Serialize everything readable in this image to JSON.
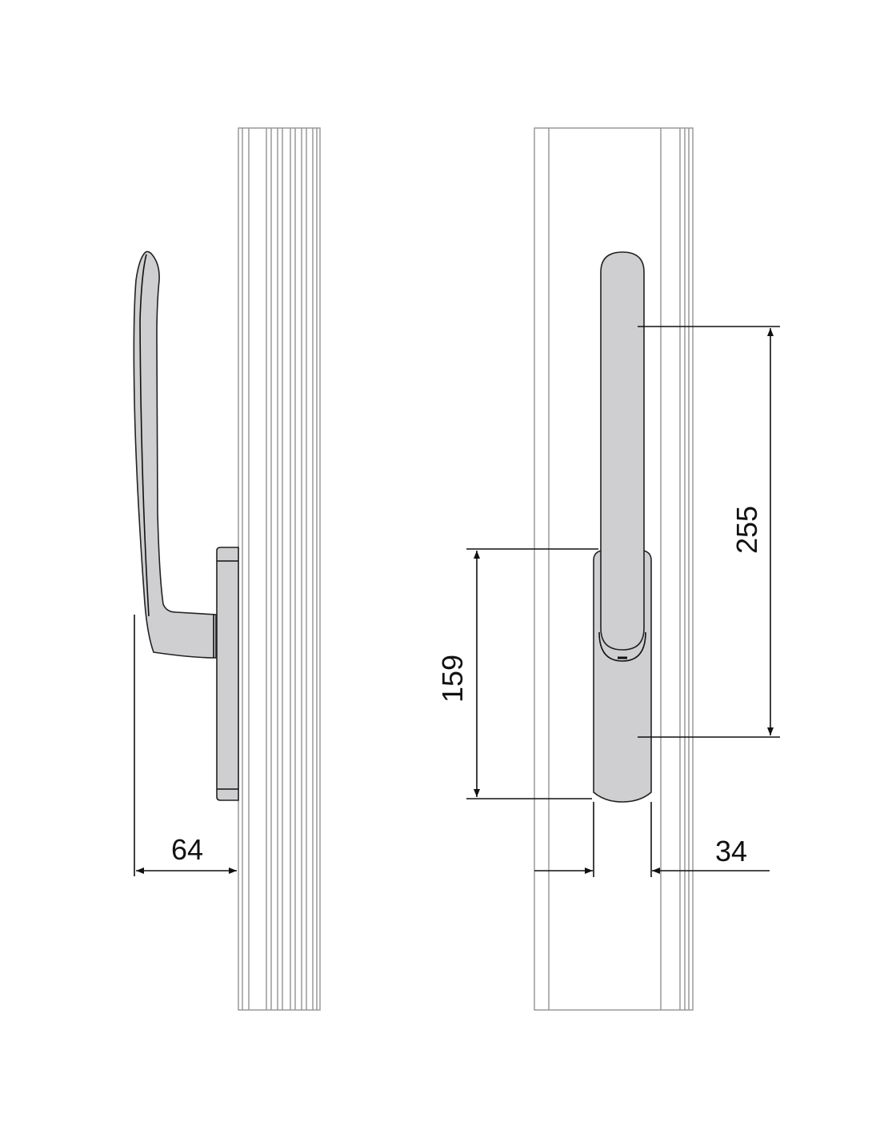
{
  "dimensions": {
    "projection": "64",
    "rosette_length": "159",
    "spindle_to_screw_distance": "255",
    "rosette_width": "34"
  },
  "colors": {
    "part_fill": "#cfcfd1",
    "profile_line": "#9a9a9a",
    "line": "#111111"
  }
}
